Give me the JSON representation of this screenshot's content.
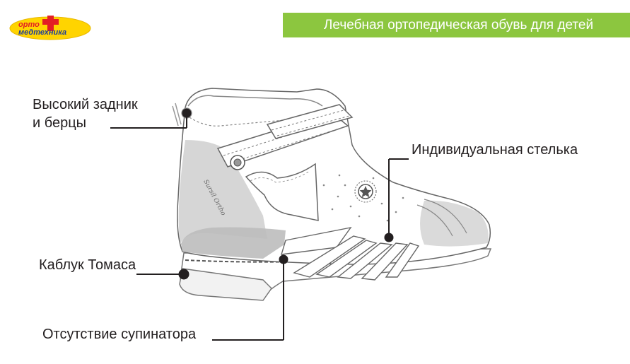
{
  "logo": {
    "top_text": "орто",
    "bottom_text": "медтехника",
    "colors": {
      "oval": "#ffd400",
      "cross": "#e31e24",
      "text": "#1f3f99"
    }
  },
  "banner": {
    "text": "Лечебная ортопедическая обувь для детей",
    "color": "#8cc63f"
  },
  "labels": {
    "heel_counter": [
      "Высокий задник",
      "и берцы"
    ],
    "insole": "Индивидуальная стелька",
    "thomas_heel": "Каблук Томаса",
    "no_supinator": "Отсутствие супинатора"
  },
  "shoe": {
    "brand_text": "Sursil Ortho",
    "icons": [
      "star-emblem-icon",
      "rivet-icon"
    ]
  }
}
